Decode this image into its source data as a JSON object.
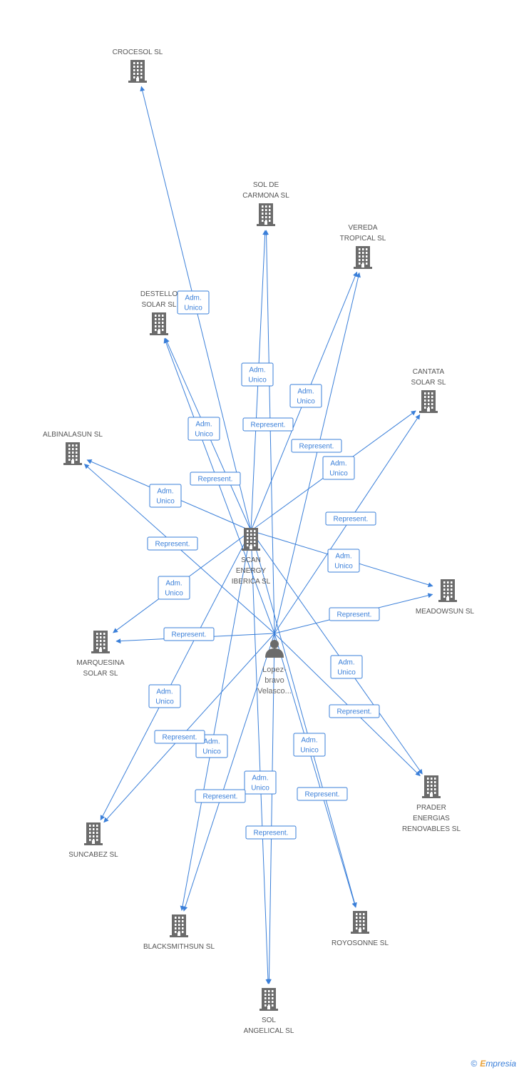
{
  "colors": {
    "edge": "#3a7fd9",
    "icon": "#6b6b6b",
    "label": "#555555",
    "brand_accent": "#e8a23a"
  },
  "nodes": [
    {
      "id": "crocesol",
      "type": "company",
      "lines": [
        "CROCESOL SL"
      ]
    },
    {
      "id": "sol_carmona",
      "type": "company",
      "lines": [
        "SOL DE",
        "CARMONA SL"
      ]
    },
    {
      "id": "vereda",
      "type": "company",
      "lines": [
        "VEREDA",
        "TROPICAL SL"
      ]
    },
    {
      "id": "destello",
      "type": "company",
      "lines": [
        "DESTELLO",
        "SOLAR SL"
      ]
    },
    {
      "id": "cantata",
      "type": "company",
      "lines": [
        "CANTATA",
        "SOLAR SL"
      ]
    },
    {
      "id": "albinalasun",
      "type": "company",
      "lines": [
        "ALBINALASUN SL"
      ]
    },
    {
      "id": "scan",
      "type": "company",
      "lines": [
        "SCAN",
        "ENERGY",
        "IBERICA SL"
      ]
    },
    {
      "id": "meadowsun",
      "type": "company",
      "lines": [
        "MEADOWSUN SL"
      ]
    },
    {
      "id": "marquesina",
      "type": "company",
      "lines": [
        "MARQUESINA",
        "SOLAR SL"
      ]
    },
    {
      "id": "lopez",
      "type": "person",
      "lines": [
        "Lopez-",
        "bravo",
        "Velasco..."
      ]
    },
    {
      "id": "prader",
      "type": "company",
      "lines": [
        "PRADER",
        "ENERGIAS",
        "RENOVABLES SL"
      ]
    },
    {
      "id": "suncabez",
      "type": "company",
      "lines": [
        "SUNCABEZ SL"
      ]
    },
    {
      "id": "blacksmithsun",
      "type": "company",
      "lines": [
        "BLACKSMITHSUN SL"
      ]
    },
    {
      "id": "royosonne",
      "type": "company",
      "lines": [
        "ROYOSONNE SL"
      ]
    },
    {
      "id": "sol_angelical",
      "type": "company",
      "lines": [
        "SOL",
        "ANGELICAL SL"
      ]
    }
  ],
  "edges": [
    {
      "from": "scan",
      "to": "crocesol",
      "label": [
        "Adm.",
        "Unico"
      ]
    },
    {
      "from": "scan",
      "to": "sol_carmona",
      "label": [
        "Adm.",
        "Unico"
      ]
    },
    {
      "from": "scan",
      "to": "vereda",
      "label": [
        "Adm.",
        "Unico"
      ]
    },
    {
      "from": "scan",
      "to": "destello",
      "label": [
        "Adm.",
        "Unico"
      ]
    },
    {
      "from": "scan",
      "to": "cantata",
      "label": [
        "Adm.",
        "Unico"
      ]
    },
    {
      "from": "scan",
      "to": "albinalasun",
      "label": [
        "Adm.",
        "Unico"
      ]
    },
    {
      "from": "scan",
      "to": "meadowsun",
      "label": [
        "Adm.",
        "Unico"
      ]
    },
    {
      "from": "scan",
      "to": "marquesina",
      "label": [
        "Adm.",
        "Unico"
      ]
    },
    {
      "from": "scan",
      "to": "prader",
      "label": [
        "Adm.",
        "Unico"
      ]
    },
    {
      "from": "scan",
      "to": "suncabez",
      "label": [
        "Adm.",
        "Unico"
      ]
    },
    {
      "from": "scan",
      "to": "blacksmithsun",
      "label": [
        "Adm.",
        "Unico"
      ]
    },
    {
      "from": "scan",
      "to": "royosonne",
      "label": [
        "Adm.",
        "Unico"
      ]
    },
    {
      "from": "scan",
      "to": "sol_angelical",
      "label": [
        "Adm.",
        "Unico"
      ]
    },
    {
      "from": "lopez",
      "to": "sol_carmona",
      "label": [
        "Represent."
      ]
    },
    {
      "from": "lopez",
      "to": "vereda",
      "label": [
        "Represent."
      ]
    },
    {
      "from": "lopez",
      "to": "destello",
      "label": [
        "Represent."
      ]
    },
    {
      "from": "lopez",
      "to": "cantata",
      "label": [
        "Represent."
      ]
    },
    {
      "from": "lopez",
      "to": "albinalasun",
      "label": [
        "Represent."
      ]
    },
    {
      "from": "lopez",
      "to": "meadowsun",
      "label": [
        "Represent."
      ]
    },
    {
      "from": "lopez",
      "to": "marquesina",
      "label": [
        "Represent."
      ]
    },
    {
      "from": "lopez",
      "to": "prader",
      "label": [
        "Represent."
      ]
    },
    {
      "from": "lopez",
      "to": "suncabez",
      "label": [
        "Represent."
      ]
    },
    {
      "from": "lopez",
      "to": "blacksmithsun",
      "label": [
        "Represent."
      ]
    },
    {
      "from": "lopez",
      "to": "royosonne",
      "label": [
        "Represent."
      ]
    },
    {
      "from": "lopez",
      "to": "sol_angelical",
      "label": [
        "Represent."
      ]
    }
  ],
  "footer": {
    "copyright": "©",
    "brand_first": "E",
    "brand_rest": "mpresia"
  }
}
